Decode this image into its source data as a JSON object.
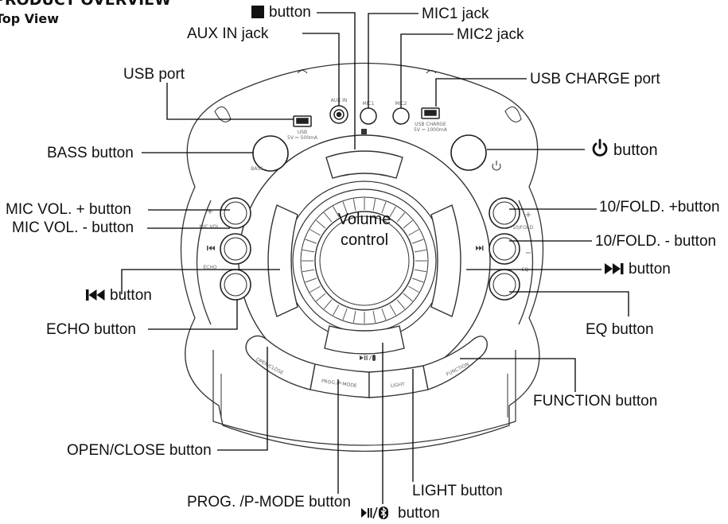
{
  "header": {
    "title": "PRODUCT OVERVIEW",
    "subtitle": "Top View"
  },
  "center": {
    "line1": "Volume",
    "line2": "control"
  },
  "labels": {
    "stop": "button",
    "aux": "AUX IN jack",
    "mic1": "MIC1 jack",
    "mic2": "MIC2 jack",
    "usb": "USB port",
    "usb_charge": "USB CHARGE port",
    "bass": "BASS button",
    "power": "button",
    "mic_vol_plus": "MIC VOL. + button",
    "fold_plus": "10/FOLD. +button",
    "mic_vol_minus": "MIC VOL. - button",
    "fold_minus": "10/FOLD. - button",
    "next": "button",
    "prev": "button",
    "echo": "ECHO button",
    "eq": "EQ button",
    "function": "FUNCTION button",
    "open_close": "OPEN/CLOSE button",
    "light": "LIGHT button",
    "prog": "PROG. /P-MODE button",
    "play_bt": "button"
  },
  "device_print": {
    "aux": "AUX IN",
    "mic1": "MIC1",
    "mic2": "MIC2",
    "usb": "USB",
    "usb_rating": "5V ⎓ 500mA",
    "usb_charge": "USB CHARGE",
    "usb_charge_rating": "5V ⎓ 1000mA",
    "bass": "BASS",
    "plus": "+",
    "minus": "−",
    "mic_vol": "MIC VOL.",
    "fold": "10/FOLD.",
    "echo": "ECHO",
    "eq": "EQ",
    "open_close": "OPEN/CLOSE",
    "prog": "PROG./P-MODE",
    "light": "LIGHT",
    "function": "FUNCTION"
  },
  "icons": {
    "stop": "stop-square",
    "power": "power-symbol",
    "next": "next-track",
    "prev": "previous-track",
    "play_bt": "play-pause-bluetooth"
  }
}
